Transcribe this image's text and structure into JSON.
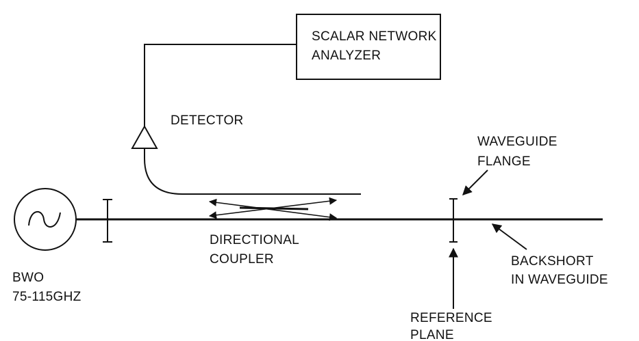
{
  "labels": {
    "analyzer_line1": "SCALAR NETWORK",
    "analyzer_line2": "ANALYZER",
    "detector": "DETECTOR",
    "flange_line1": "WAVEGUIDE",
    "flange_line2": "FLANGE",
    "coupler_line1": "DIRECTIONAL",
    "coupler_line2": "COUPLER",
    "bwo_line1": "BWO",
    "bwo_line2": "75-115GHZ",
    "backshort_line1": "BACKSHORT",
    "backshort_line2": "IN  WAVEGUIDE",
    "reference_line1": "REFERENCE",
    "reference_line2": "PLANE"
  },
  "colors": {
    "line": "#111111",
    "background": "#ffffff"
  }
}
